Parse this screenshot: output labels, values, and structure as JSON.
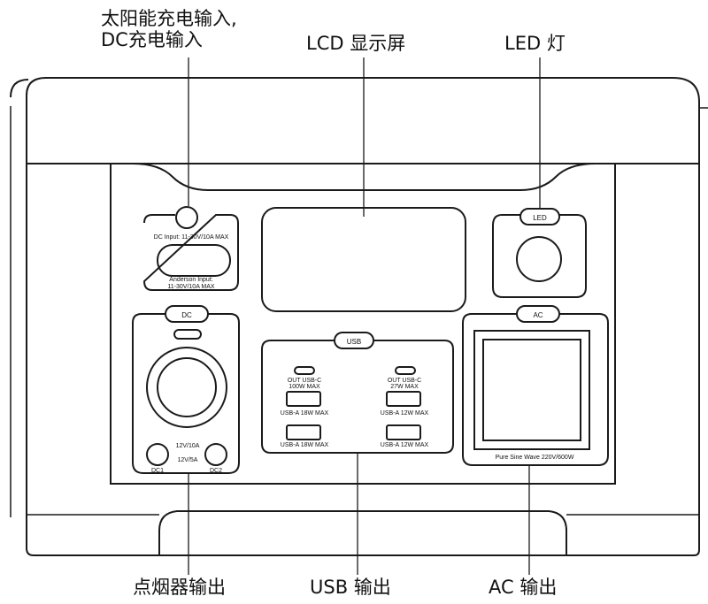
{
  "callouts": {
    "dc_input_line1": "太阳能充电输入,",
    "dc_input_line2": "DC充电输入",
    "lcd": "LCD 显示屏",
    "led": "LED 灯",
    "cigarette": "点烟器输出",
    "usb": "USB 输出",
    "ac": "AC 输出"
  },
  "panel": {
    "dc_input_label": "DC Input: 11-30V/10A  MAX",
    "anderson_line1": "Anderson Input:",
    "anderson_line2": "11-30V/10A  MAX",
    "led_button": "LED",
    "dc_button": "DC",
    "usb_button": "USB",
    "ac_button": "AC",
    "dc_12v10a": "12V/10A",
    "dc_12v5a": "12V/5A",
    "dc1": "DC1",
    "dc2": "DC2",
    "usb_c_left_1": "OUT USB-C",
    "usb_c_left_2": "100W MAX",
    "usb_c_right_1": "OUT USB-C",
    "usb_c_right_2": "27W MAX",
    "usb_a_left_1": "USB-A 18W MAX",
    "usb_a_left_2": "USB-A 18W MAX",
    "usb_a_right_1": "USB-A 12W MAX",
    "usb_a_right_2": "USB-A 12W MAX",
    "ac_rating": "Pure Sine Wave 220V/600W"
  },
  "colors": {
    "line": "#1a1a1a",
    "panel": "#ffffff"
  }
}
